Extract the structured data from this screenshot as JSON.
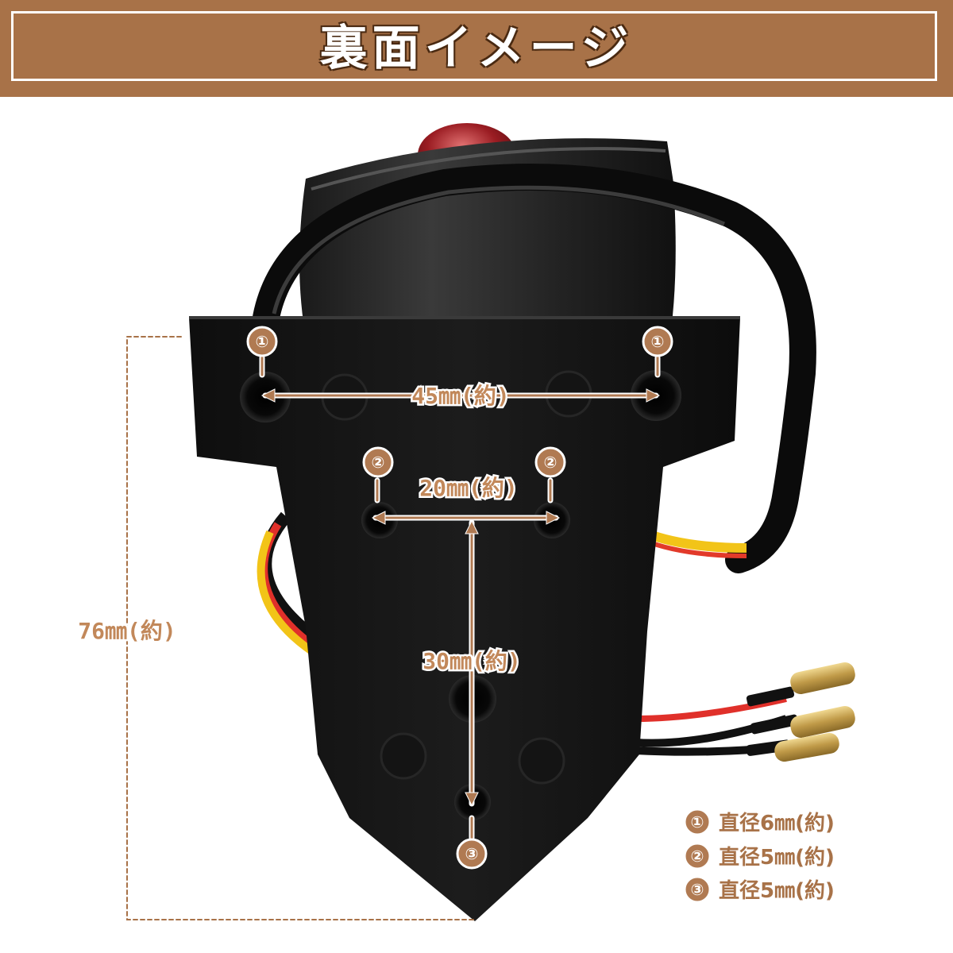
{
  "header": {
    "title": "裏面イメージ"
  },
  "dimensions": {
    "hole_spacing_1": "45㎜(約)",
    "hole_spacing_2": "20㎜(約)",
    "vertical_spacing": "30㎜(約)",
    "overall_height": "76㎜(約)"
  },
  "markers": {
    "m1": "①",
    "m2": "②",
    "m3": "③"
  },
  "legend": [
    {
      "marker": "①",
      "text": "直径6㎜(約)"
    },
    {
      "marker": "②",
      "text": "直径5㎜(約)"
    },
    {
      "marker": "③",
      "text": "直径5㎜(約)"
    }
  ],
  "colors": {
    "accent": "#a87248",
    "label": "#c2885a",
    "marker": "#b07a52",
    "white": "#ffffff"
  }
}
